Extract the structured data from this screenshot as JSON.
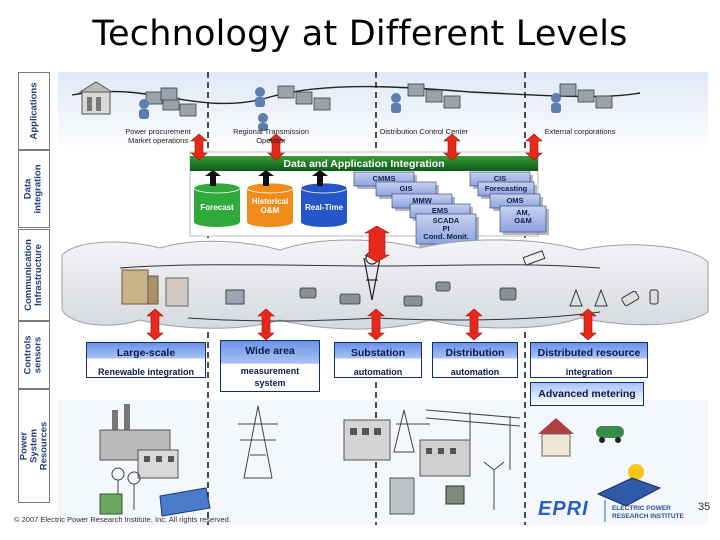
{
  "title": "Technology at Different Levels",
  "layers": [
    {
      "id": "applications",
      "label": "Applications"
    },
    {
      "id": "data-integration",
      "label": "Data\nintegration"
    },
    {
      "id": "communication",
      "label": "Communication\nInfrastructure"
    },
    {
      "id": "controls",
      "label": "Controls\nsensors"
    },
    {
      "id": "power-system",
      "label": "Power System\nResources"
    }
  ],
  "sites": [
    {
      "id": "power-procurement",
      "label": "Power procurement\nMarket operations"
    },
    {
      "id": "regional-transmission",
      "label": "Regional Transmission\nOperator"
    },
    {
      "id": "distribution-control",
      "label": "Distribution Control Center"
    },
    {
      "id": "external-corporations",
      "label": "External corporations"
    }
  ],
  "integration_banner": "Data and Application  Integration",
  "databases": [
    {
      "id": "forecast",
      "label": "Forecast",
      "color": "#2faa3a"
    },
    {
      "id": "historical",
      "label": "Historical\nO&M",
      "color": "#f08c1c"
    },
    {
      "id": "realtime",
      "label": "Real-Time",
      "color": "#2456c8"
    }
  ],
  "app_cards": [
    "CMMS",
    "GIS",
    "MMW",
    "EMS",
    "SCADA\nPI\nCond. Monit.",
    "CIS",
    "Forecasting",
    "OMS",
    "AM,\nO&M"
  ],
  "control_boxes": [
    {
      "id": "large-scale",
      "line1": "Large-scale",
      "line2": "Renewable integration"
    },
    {
      "id": "wide-area",
      "line1": "Wide area",
      "line2": "measurement\nsystem"
    },
    {
      "id": "substation",
      "line1": "Substation",
      "line2": "automation"
    },
    {
      "id": "distribution",
      "line1": "Distribution",
      "line2": "automation"
    },
    {
      "id": "distributed-resource",
      "line1": "Distributed resource",
      "line2": "integration"
    }
  ],
  "advanced_metering": "Advanced metering",
  "copyright": "© 2007 Electric Power Research Institute, Inc. All rights reserved.",
  "logo": {
    "text": "EPRI",
    "subtitle": "ELECTRIC POWER\nRESEARCH INSTITUTE"
  },
  "page_number": "35",
  "colors": {
    "arrow": "#e8281a",
    "banner": "#1f7a2a",
    "box_border": "#10306a",
    "cloud": "#e6e8ec"
  }
}
